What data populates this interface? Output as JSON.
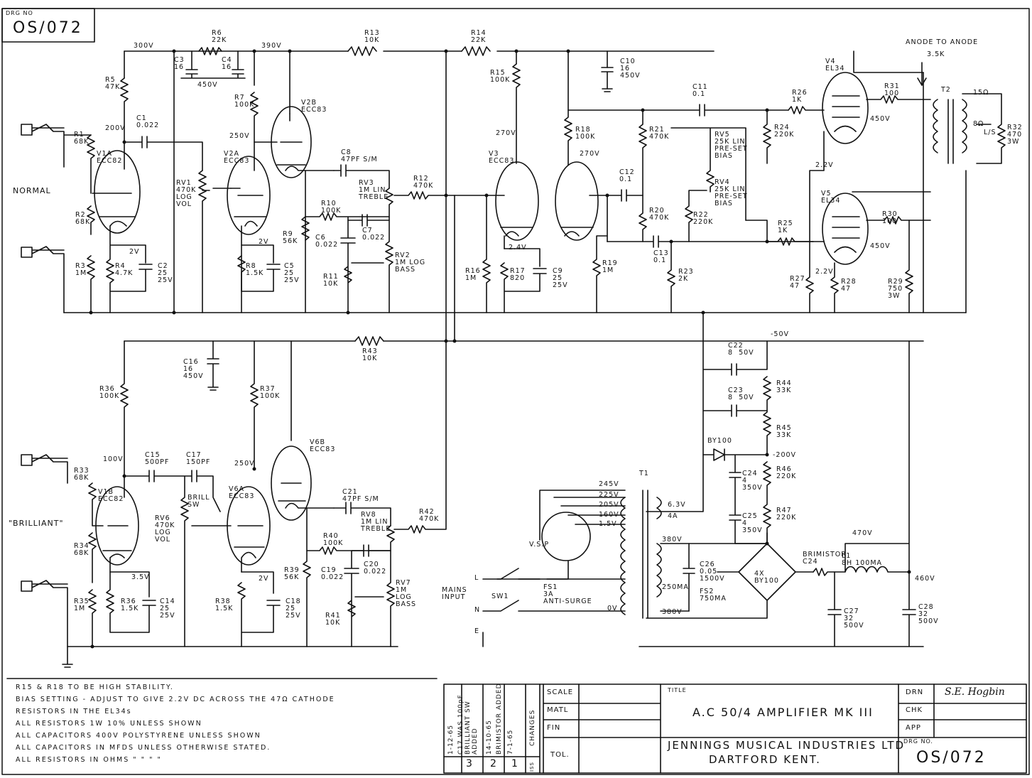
{
  "drawing": {
    "corner_label": "DRG No",
    "corner_number": "OS/072"
  },
  "title_block": {
    "title_label": "TITLE",
    "title": "A.C 50/4   AMPLIFIER  MK III",
    "company": "JENNINGS MUSICAL INDUSTRIES LTD",
    "location": "DARTFORD  KENT.",
    "scale": "SCALE",
    "matl": "MATL",
    "fin": "FIN",
    "tol": "TOL.",
    "drn": "DRN",
    "chk": "CHK",
    "app": "APP",
    "drg_no_label": "DRG No.",
    "drg_no": "OS/072",
    "signature": "S.E. Hogbin",
    "changes_label": "CHANGES",
    "iss_label": "ISS",
    "changes": [
      {
        "date": "1-12-65",
        "desc": "C17 WAS 100pF BRILLIANT SW ADDED",
        "iss": "3"
      },
      {
        "date": "14-10-65",
        "desc": "BRIMISTOR ADDED",
        "iss": "2"
      },
      {
        "date": "7-1-65",
        "desc": "",
        "iss": "1"
      }
    ]
  },
  "notes": [
    "R15 & R18  TO BE  HIGH  STABILITY.",
    "BIAS SETTING - ADJUST TO GIVE 2.2V DC ACROSS THE 47Ω CATHODE",
    "RESISTORS  IN  THE  EL34s",
    "ALL  RESISTORS  1W  10%  UNLESS SHOWN",
    "ALL  CAPACITORS  400V  POLYSTYRENE  UNLESS  SHOWN",
    "ALL  CAPACITORS  IN  MFDS  UNLESS  OTHERWISE  STATED.",
    "ALL  RESISTORS  IN  OHMS    \"    \"    \"    \""
  ],
  "channels": {
    "normal": "NORMAL",
    "brilliant": "\"BRILLIANT\""
  },
  "rails": {
    "v300": "300V",
    "v390": "390V",
    "v200": "200V",
    "v250": "250V",
    "v270": "270V",
    "v100": "100V",
    "v2": "2V",
    "v24": "2.4V",
    "vneg50": "-50V",
    "vneg200": "-200V",
    "v460": "460V",
    "v470": "470V",
    "v450": "450V",
    "v22": "2.2V",
    "v35": "3.5V"
  },
  "components": {
    "R1": "R1\n68K",
    "R2": "R2\n68K",
    "R3": "R3\n1M",
    "R4": "R4\n4.7K",
    "R5": "R5\n47K",
    "R6": "R6\n22K",
    "R7": "R7\n100K",
    "R8": "R8\n1.5K",
    "R9": "R9\n56K",
    "R10": "R10\n100K",
    "R11": "R11\n10K",
    "R12": "R12\n470K",
    "R13": "R13\n10K",
    "R14": "R14\n22K",
    "R15": "R15\n100K",
    "R16": "R16\n1M",
    "R17": "R17\n820",
    "R18": "R18\n100K",
    "R19": "R19\n1M",
    "R20": "R20\n470K",
    "R21": "R21\n470K",
    "R22": "R22\n220K",
    "R23": "R23\n2K",
    "R24": "R24\n220K",
    "R25": "R25\n1K",
    "R26": "R26\n1K",
    "R27": "R27\n47",
    "R28": "R28\n47",
    "R29": "R29\n750\n3W",
    "R30": "R30\n100",
    "R31": "R31\n100",
    "R32": "R32\n470\n3W",
    "R33": "R33\n68K",
    "R34": "R34\n68K",
    "R35": "R35\n1M",
    "R36": "R36\n1.5K",
    "R36b": "R36\n100K",
    "R37": "R37\n100K",
    "R38": "R38\n1.5K",
    "R39": "R39\n56K",
    "R40": "R40\n100K",
    "R41": "R41\n10K",
    "R42": "R42\n470K",
    "R43": "R43\n10K",
    "R44": "R44\n33K",
    "R45": "R45\n33K",
    "R46": "R46\n220K",
    "R47": "R47\n220K",
    "C1": "C1\n0.022",
    "C2": "C2\n25\n25V",
    "C3": "C3\n16",
    "C4": "C4\n16",
    "C3v": "450V",
    "C5": "C5\n25\n25V",
    "C6": "C6\n0.022",
    "C7": "C7\n0.022",
    "C8": "C8\n47pF S/M",
    "C9": "C9\n25\n25V",
    "C10": "C10\n16\n450V",
    "C11": "C11\n0.1",
    "C12": "C12\n0.1",
    "C13": "C13\n0.1",
    "C14": "C14\n25\n25V",
    "C15": "C15\n500pF",
    "C16": "C16\n16\n450V",
    "C17": "C17\n150pF",
    "C18": "C18\n25\n25V",
    "C19": "C19\n0.022",
    "C20": "C20\n0.022",
    "C21": "C21\n47pF S/M",
    "C22": "C22\n8  50V",
    "C23": "C23\n8  50V",
    "C24": "C24\n4\n350V",
    "C25": "C25\n4\n350V",
    "C26": "C26\n0.05\n1500V",
    "C27": "C27\n32\n500V",
    "C28": "C28\n32\n500V",
    "RV1": "RV1\n470K\nLOG\nVOL",
    "RV2": "RV2\n1M LOG\nBASS",
    "RV3": "RV3\n1M LIN\nTREBLE",
    "RV4": "RV4\n25K LIN\nPRE-SET\nBIAS",
    "RV5": "RV5\n25K LIN\nPRE-SET\nBIAS",
    "RV6": "RV6\n470K\nLOG\nVOL",
    "RV7": "RV7\n1M\nLOG\nBASS",
    "RV8": "RV8\n1M LIN\nTREBLE",
    "V1a": "V1a\nECC82",
    "V1b": "V1b\nECC82",
    "V2a": "V2a\nECC83",
    "V2b": "V2b\nECC83",
    "V3": "V3\nECC83",
    "V4": "V4\nEL34",
    "V5": "V5\nEL34",
    "V6a": "V6a\nECC83",
    "V6b": "V6b\nECC83",
    "T1": "T1",
    "T2": "T2",
    "L1": "L1\n8H 100mA",
    "brimistor": "BRIMISTOR\nC24",
    "bridge": "4x\nBY100",
    "diode": "BY100",
    "fs1": "FS1\n3A\nANTI-SURGE",
    "fs2": "FS2\n750mA",
    "sw1": "SW1",
    "brill_sw": "BRILL\nSW",
    "vsp": "V.S.P",
    "mains": "MAINS\nINPUT",
    "anode": "ANODE TO ANODE",
    "k35": "3.5K",
    "o15": "15Ω",
    "o8": "8Ω",
    "ls": "L/S",
    "t245": "245V",
    "t225": "225V",
    "t205": "205V",
    "t160": "160V",
    "t115": "1.5V",
    "t63": "6.3V",
    "t4a": "4A",
    "t380": "380V",
    "t380b": "380V",
    "t250": "250mA",
    "t0v": "0V",
    "L": "L",
    "N": "N",
    "E": "E"
  }
}
